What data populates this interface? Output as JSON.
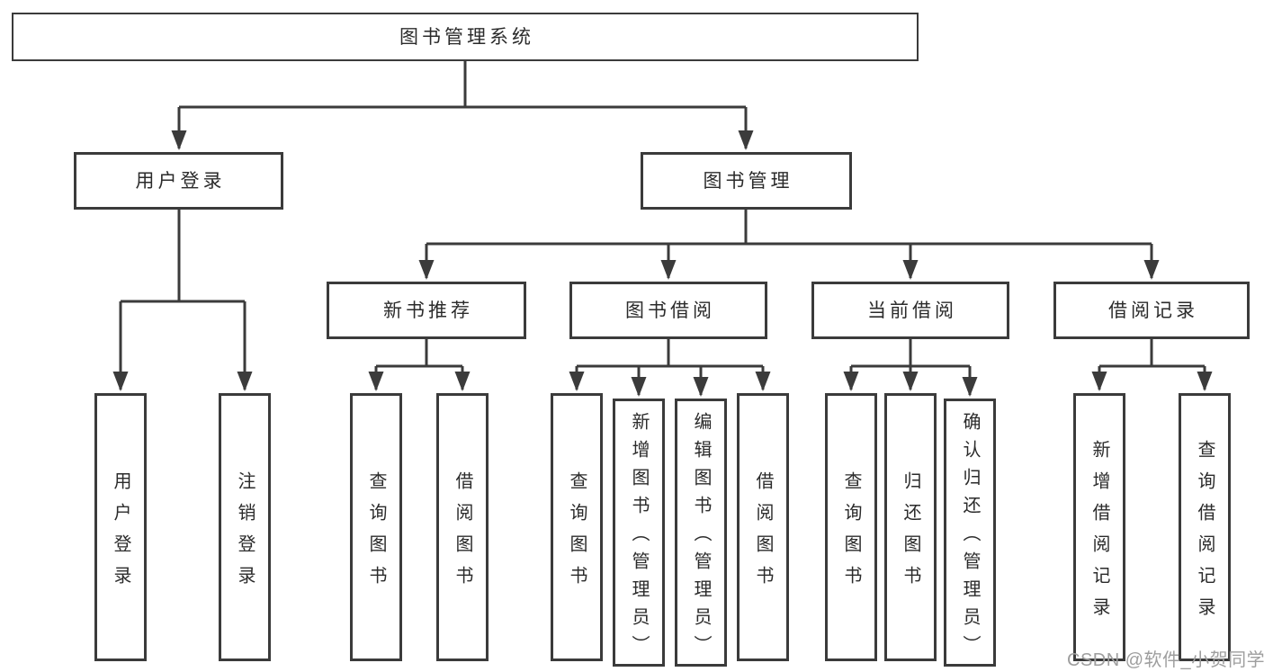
{
  "colors": {
    "line": "#3b3b3b",
    "box_border": "#3b3b3b",
    "text": "#2b2b2b",
    "watermark": "#9e9e9e",
    "background": "#ffffff"
  },
  "watermark": "CSDN @软件_小贺同学",
  "nodes": {
    "root": "图书管理系统",
    "level2": [
      "用户登录",
      "图书管理"
    ],
    "level3": [
      "新书推荐",
      "图书借阅",
      "当前借阅",
      "借阅记录"
    ],
    "userLoginChildren": [
      "用户登录",
      "注销登录"
    ],
    "recommendChildren": [
      "查询图书",
      "借阅图书"
    ],
    "borrowChildren": [
      "查询图书",
      "新增图书（管理员）",
      "编辑图书（管理员）",
      "借阅图书"
    ],
    "currentChildren": [
      "查询图书",
      "归还图书",
      "确认归还（管理员）"
    ],
    "recordChildren": [
      "新增借阅记录",
      "查询借阅记录"
    ]
  }
}
